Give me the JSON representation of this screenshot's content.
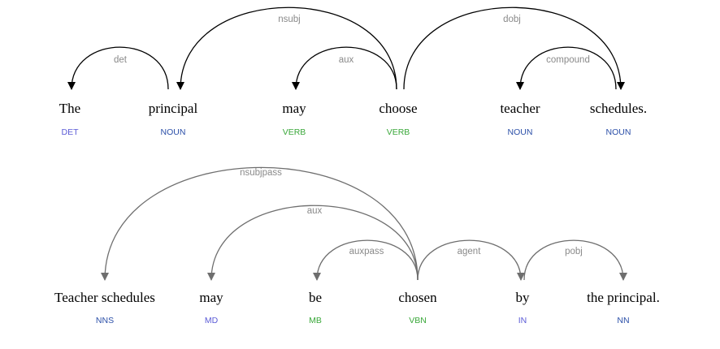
{
  "parses": [
    {
      "tokens": [
        {
          "text": "The",
          "tag": "DET",
          "tag_color": "#5b5bd6"
        },
        {
          "text": "principal",
          "tag": "NOUN",
          "tag_color": "#2b4fa8"
        },
        {
          "text": "may",
          "tag": "VERB",
          "tag_color": "#3aa83a"
        },
        {
          "text": "choose",
          "tag": "VERB",
          "tag_color": "#3aa83a"
        },
        {
          "text": "teacher",
          "tag": "NOUN",
          "tag_color": "#2b4fa8"
        },
        {
          "text": "schedules.",
          "tag": "NOUN",
          "tag_color": "#2b4fa8"
        }
      ],
      "arcs": [
        {
          "label": "det",
          "head": 1,
          "dep": 0
        },
        {
          "label": "nsubj",
          "head": 3,
          "dep": 1
        },
        {
          "label": "aux",
          "head": 3,
          "dep": 2
        },
        {
          "label": "dobj",
          "head": 3,
          "dep": 5
        },
        {
          "label": "compound",
          "head": 5,
          "dep": 4
        }
      ],
      "arc_color": "#000000"
    },
    {
      "tokens": [
        {
          "text": "Teacher schedules",
          "tag": "NNS",
          "tag_color": "#2b4fa8"
        },
        {
          "text": "may",
          "tag": "MD",
          "tag_color": "#5b5bd6"
        },
        {
          "text": "be",
          "tag": "MB",
          "tag_color": "#3aa83a"
        },
        {
          "text": "chosen",
          "tag": "VBN",
          "tag_color": "#3aa83a"
        },
        {
          "text": "by",
          "tag": "IN",
          "tag_color": "#5b5bd6"
        },
        {
          "text": "the principal.",
          "tag": "NN",
          "tag_color": "#2b4fa8"
        }
      ],
      "arcs": [
        {
          "label": "nsubjpass",
          "head": 3,
          "dep": 0
        },
        {
          "label": "aux",
          "head": 3,
          "dep": 1
        },
        {
          "label": "auxpass",
          "head": 3,
          "dep": 2
        },
        {
          "label": "agent",
          "head": 3,
          "dep": 4
        },
        {
          "label": "pobj",
          "head": 4,
          "dep": 5
        }
      ],
      "arc_color": "#6e6e6e"
    }
  ]
}
